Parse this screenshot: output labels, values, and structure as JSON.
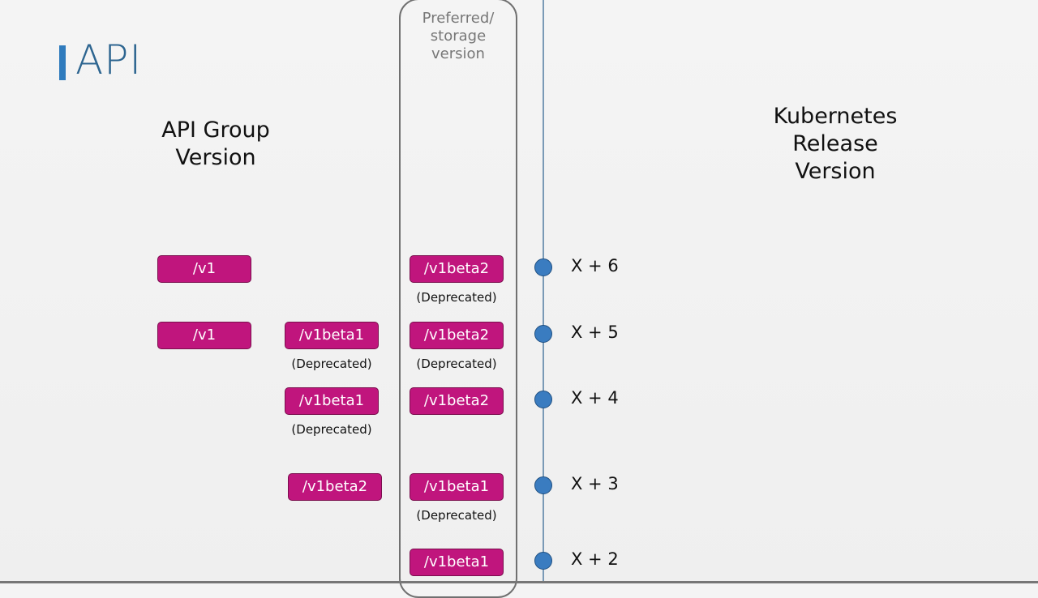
{
  "title": "API",
  "headings": {
    "api_group": [
      "API Group",
      "Version"
    ],
    "kubernetes_release": [
      "Kubernetes",
      "Release",
      "Version"
    ],
    "preferred_storage": [
      "Preferred/",
      "storage",
      "version"
    ]
  },
  "colors": {
    "accent_blue": "#2f7bbd",
    "pill_magenta": "#c0157d",
    "timeline_dot": "#3a7cc0"
  },
  "deprecated_label": "(Deprecated)",
  "rows": [
    {
      "release": "X + 6",
      "col1": {
        "label": "/v1",
        "deprecated": false
      },
      "col2": null,
      "preferred": {
        "label": "/v1beta2",
        "deprecated": true
      }
    },
    {
      "release": "X + 5",
      "col1": {
        "label": "/v1",
        "deprecated": false
      },
      "col2": {
        "label": "/v1beta1",
        "deprecated": true
      },
      "preferred": {
        "label": "/v1beta2",
        "deprecated": true
      }
    },
    {
      "release": "X + 4",
      "col1": null,
      "col2": {
        "label": "/v1beta1",
        "deprecated": true
      },
      "preferred": {
        "label": "/v1beta2",
        "deprecated": false
      }
    },
    {
      "release": "X + 3",
      "col1": null,
      "col2": {
        "label": "/v1beta2",
        "deprecated": false
      },
      "preferred": {
        "label": "/v1beta1",
        "deprecated": true
      }
    },
    {
      "release": "X + 2",
      "col1": null,
      "col2": null,
      "preferred": {
        "label": "/v1beta1",
        "deprecated": false
      }
    }
  ]
}
